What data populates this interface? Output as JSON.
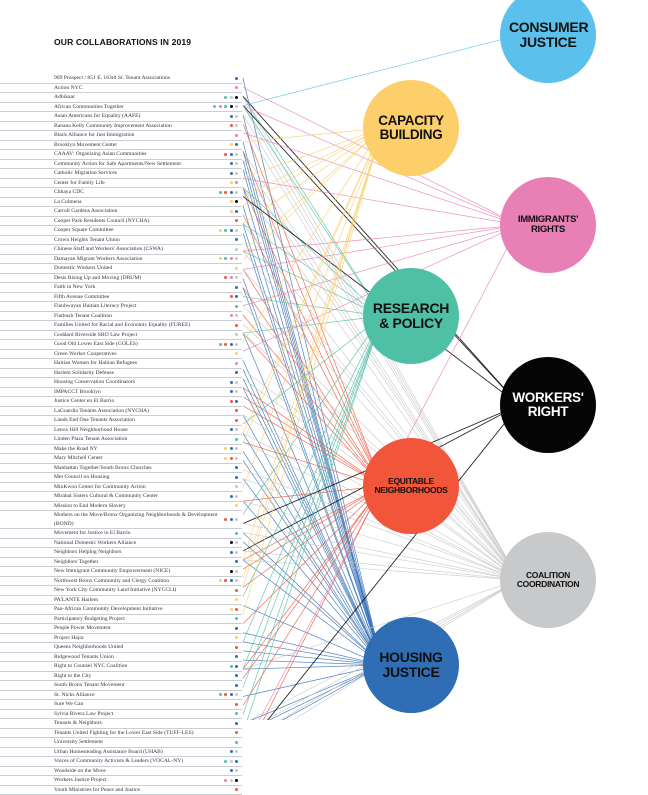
{
  "title": "OUR COLLABORATIONS IN 2019",
  "categories": {
    "C": {
      "label": "CONSUMER JUSTICE",
      "color": "#5bc1ec",
      "text": "#111"
    },
    "B": {
      "label": "CAPACITY BUILDING",
      "color": "#fccf6b",
      "text": "#111"
    },
    "I": {
      "label": "IMMIGRANTS' RIGHTS",
      "color": "#e87fb5",
      "text": "#111"
    },
    "R": {
      "label": "RESEARCH & POLICY",
      "color": "#4fbfa5",
      "text": "#111"
    },
    "W": {
      "label": "WORKERS' RIGHT",
      "color": "#050505",
      "text": "#fff"
    },
    "E": {
      "label": "EQUITABLE NEIGHBORHOODS",
      "color": "#f1553a",
      "text": "#111"
    },
    "G": {
      "label": "COALITION COORDINATION",
      "color": "#c8c9cb",
      "text": "#111"
    },
    "H": {
      "label": "HOUSING JUSTICE",
      "color": "#2f6db5",
      "text": "#111"
    }
  },
  "orgs": [
    {
      "name": "909 Prospect / 851 E. 163rd St. Tenant Associations",
      "cats": [
        "H"
      ]
    },
    {
      "name": "Action NYC",
      "cats": [
        "I"
      ]
    },
    {
      "name": "Adhikaar",
      "cats": [
        "R",
        "G",
        "W"
      ]
    },
    {
      "name": "African Communities Together",
      "cats": [
        "C",
        "I",
        "R",
        "W",
        "G"
      ]
    },
    {
      "name": "Asian Americans for Equality (AAFE)",
      "cats": [
        "H",
        "G"
      ]
    },
    {
      "name": "Banana Kelly Community Improvement Association",
      "cats": [
        "E",
        "G"
      ]
    },
    {
      "name": "Black Alliance for Just Immigration",
      "cats": [
        "I"
      ]
    },
    {
      "name": "Brooklyn Movement Center",
      "cats": [
        "B",
        "H"
      ]
    },
    {
      "name": "CAAAV: Organizing Asian Communities",
      "cats": [
        "E",
        "H",
        "G"
      ]
    },
    {
      "name": "Community Action for Safe Apartments/New Settlement",
      "cats": [
        "H",
        "G"
      ]
    },
    {
      "name": "Catholic Migration Services",
      "cats": [
        "H",
        "G"
      ]
    },
    {
      "name": "Center for Family Life",
      "cats": [
        "B",
        "I"
      ]
    },
    {
      "name": "Chhaya CDC",
      "cats": [
        "R",
        "E",
        "H",
        "G"
      ]
    },
    {
      "name": "La Colmena",
      "cats": [
        "B",
        "W"
      ]
    },
    {
      "name": "Carroll Gardens Association",
      "cats": [
        "B",
        "H"
      ]
    },
    {
      "name": "Cooper Park Residents Council (NYCHA)",
      "cats": [
        "E"
      ]
    },
    {
      "name": "Cooper Square Committee",
      "cats": [
        "B",
        "R",
        "H",
        "G"
      ]
    },
    {
      "name": "Crown Heights Tenant Union",
      "cats": [
        "H"
      ]
    },
    {
      "name": "Chinese Staff and Workers' Association (CSWA)",
      "cats": [
        "G"
      ]
    },
    {
      "name": "Damayan Migrant Workers Association",
      "cats": [
        "B",
        "R",
        "I",
        "G"
      ]
    },
    {
      "name": "Domestic Workers United",
      "cats": [
        "B"
      ]
    },
    {
      "name": "Desis Rising Up and Moving (DRUM)",
      "cats": [
        "E",
        "I",
        "G"
      ]
    },
    {
      "name": "Faith in New York",
      "cats": [
        "H"
      ]
    },
    {
      "name": "Fifth Avenue Committee",
      "cats": [
        "E",
        "H"
      ]
    },
    {
      "name": "Flanbwayan Haitian Literacy Project",
      "cats": [
        "R"
      ]
    },
    {
      "name": "Flatbush Tenant Coalition",
      "cats": [
        "I",
        "G"
      ]
    },
    {
      "name": "Families United for Racial and Economic Equality (FUREE)",
      "cats": [
        "E"
      ]
    },
    {
      "name": "Goddard Riverside SRO Law Project",
      "cats": [
        "G"
      ]
    },
    {
      "name": "Good Old Lower East Side (GOLES)",
      "cats": [
        "R",
        "E",
        "H",
        "G"
      ]
    },
    {
      "name": "Green Worker Cooperatives",
      "cats": [
        "B"
      ]
    },
    {
      "name": "Haitian Women for Haitian Refugees",
      "cats": [
        "I"
      ]
    },
    {
      "name": "Harlem Solidarity Defense",
      "cats": [
        "H"
      ]
    },
    {
      "name": "Housing Conservation Coordinators",
      "cats": [
        "H",
        "G"
      ]
    },
    {
      "name": "IMPACCT Brooklyn",
      "cats": [
        "H",
        "G"
      ]
    },
    {
      "name": "Justice Center en El Barrio",
      "cats": [
        "E",
        "H"
      ]
    },
    {
      "name": "LaGuardia Tenants Association (NYCHA)",
      "cats": [
        "E"
      ]
    },
    {
      "name": "Lands End One Tenants Association",
      "cats": [
        "E"
      ]
    },
    {
      "name": "Lenox Hill Neighborhood House",
      "cats": [
        "H",
        "G"
      ]
    },
    {
      "name": "Linden Plaza Tenant Association",
      "cats": [
        "R"
      ]
    },
    {
      "name": "Make the Road NY",
      "cats": [
        "B",
        "H",
        "G"
      ]
    },
    {
      "name": "Mary Mitchell Center",
      "cats": [
        "B",
        "E",
        "G"
      ]
    },
    {
      "name": "Manhattan Together/South Bronx Churches",
      "cats": [
        "H"
      ]
    },
    {
      "name": "Met Council on Housing",
      "cats": [
        "H"
      ]
    },
    {
      "name": "MinKwon Center for Community Action",
      "cats": [
        "G"
      ]
    },
    {
      "name": "Mirabal Sisters Cultural & Community Center",
      "cats": [
        "H",
        "G"
      ]
    },
    {
      "name": "Mission to End Modern Slavery",
      "cats": [
        "B"
      ]
    },
    {
      "name": "Mothers on the Move/Bronx Organizing Neighborhoods & Development (BOND)",
      "cats": [
        "E",
        "H",
        "G"
      ],
      "tall": true
    },
    {
      "name": "Movement for Justice in El Barrio",
      "cats": [
        "R"
      ]
    },
    {
      "name": "National Domestic Workers Alliance",
      "cats": [
        "W",
        "G"
      ]
    },
    {
      "name": "Neighbors Helping Neighbors",
      "cats": [
        "H",
        "G"
      ]
    },
    {
      "name": "Neighbors Together",
      "cats": [
        "H"
      ]
    },
    {
      "name": "New Immigrant Community Empowerment (NICE)",
      "cats": [
        "W",
        "G"
      ]
    },
    {
      "name": "Northwest Bronx Community and Clergy Coalition",
      "cats": [
        "B",
        "E",
        "H",
        "G"
      ]
    },
    {
      "name": "New York City Community Land Initiative (NYCCLI)",
      "cats": [
        "E"
      ]
    },
    {
      "name": "PA'LANTE Harlem",
      "cats": [
        "B"
      ]
    },
    {
      "name": "Pan-African Community Development Initiative",
      "cats": [
        "B",
        "E"
      ]
    },
    {
      "name": "Participatory Budgeting Project",
      "cats": [
        "R"
      ]
    },
    {
      "name": "People Power Movement",
      "cats": [
        "H"
      ]
    },
    {
      "name": "Project Hajra",
      "cats": [
        "B"
      ]
    },
    {
      "name": "Queens Neighborhoods United",
      "cats": [
        "E"
      ]
    },
    {
      "name": "Ridgewood Tenants Union",
      "cats": [
        "H"
      ]
    },
    {
      "name": "Right to Counsel NYC Coalition",
      "cats": [
        "R",
        "H"
      ]
    },
    {
      "name": "Right to the City",
      "cats": [
        "H"
      ]
    },
    {
      "name": "South Bronx Tenant Movement",
      "cats": [
        "H"
      ]
    },
    {
      "name": "St. Nicks Alliance",
      "cats": [
        "R",
        "E",
        "H",
        "G"
      ]
    },
    {
      "name": "Sure We Can",
      "cats": [
        "E"
      ]
    },
    {
      "name": "Sylvia Rivera Law Project",
      "cats": [
        "R"
      ]
    },
    {
      "name": "Tenants & Neighbors",
      "cats": [
        "H"
      ]
    },
    {
      "name": "Tenants United Fighting for the Lower East Side (TUFF-LES)",
      "cats": [
        "E"
      ]
    },
    {
      "name": "University Settlement",
      "cats": [
        "R"
      ]
    },
    {
      "name": "Urban Homesteading Assistance Board (UHAB)",
      "cats": [
        "H",
        "G"
      ]
    },
    {
      "name": "Voices of Community Activists & Leaders (VOCAL-NY)",
      "cats": [
        "R",
        "G",
        "H"
      ]
    },
    {
      "name": "Woodside on the Move",
      "cats": [
        "H",
        "G"
      ]
    },
    {
      "name": "Workers Justice Project",
      "cats": [
        "I",
        "G",
        "W"
      ]
    },
    {
      "name": "Youth Ministries for Peace and Justice",
      "cats": [
        "E"
      ]
    }
  ]
}
